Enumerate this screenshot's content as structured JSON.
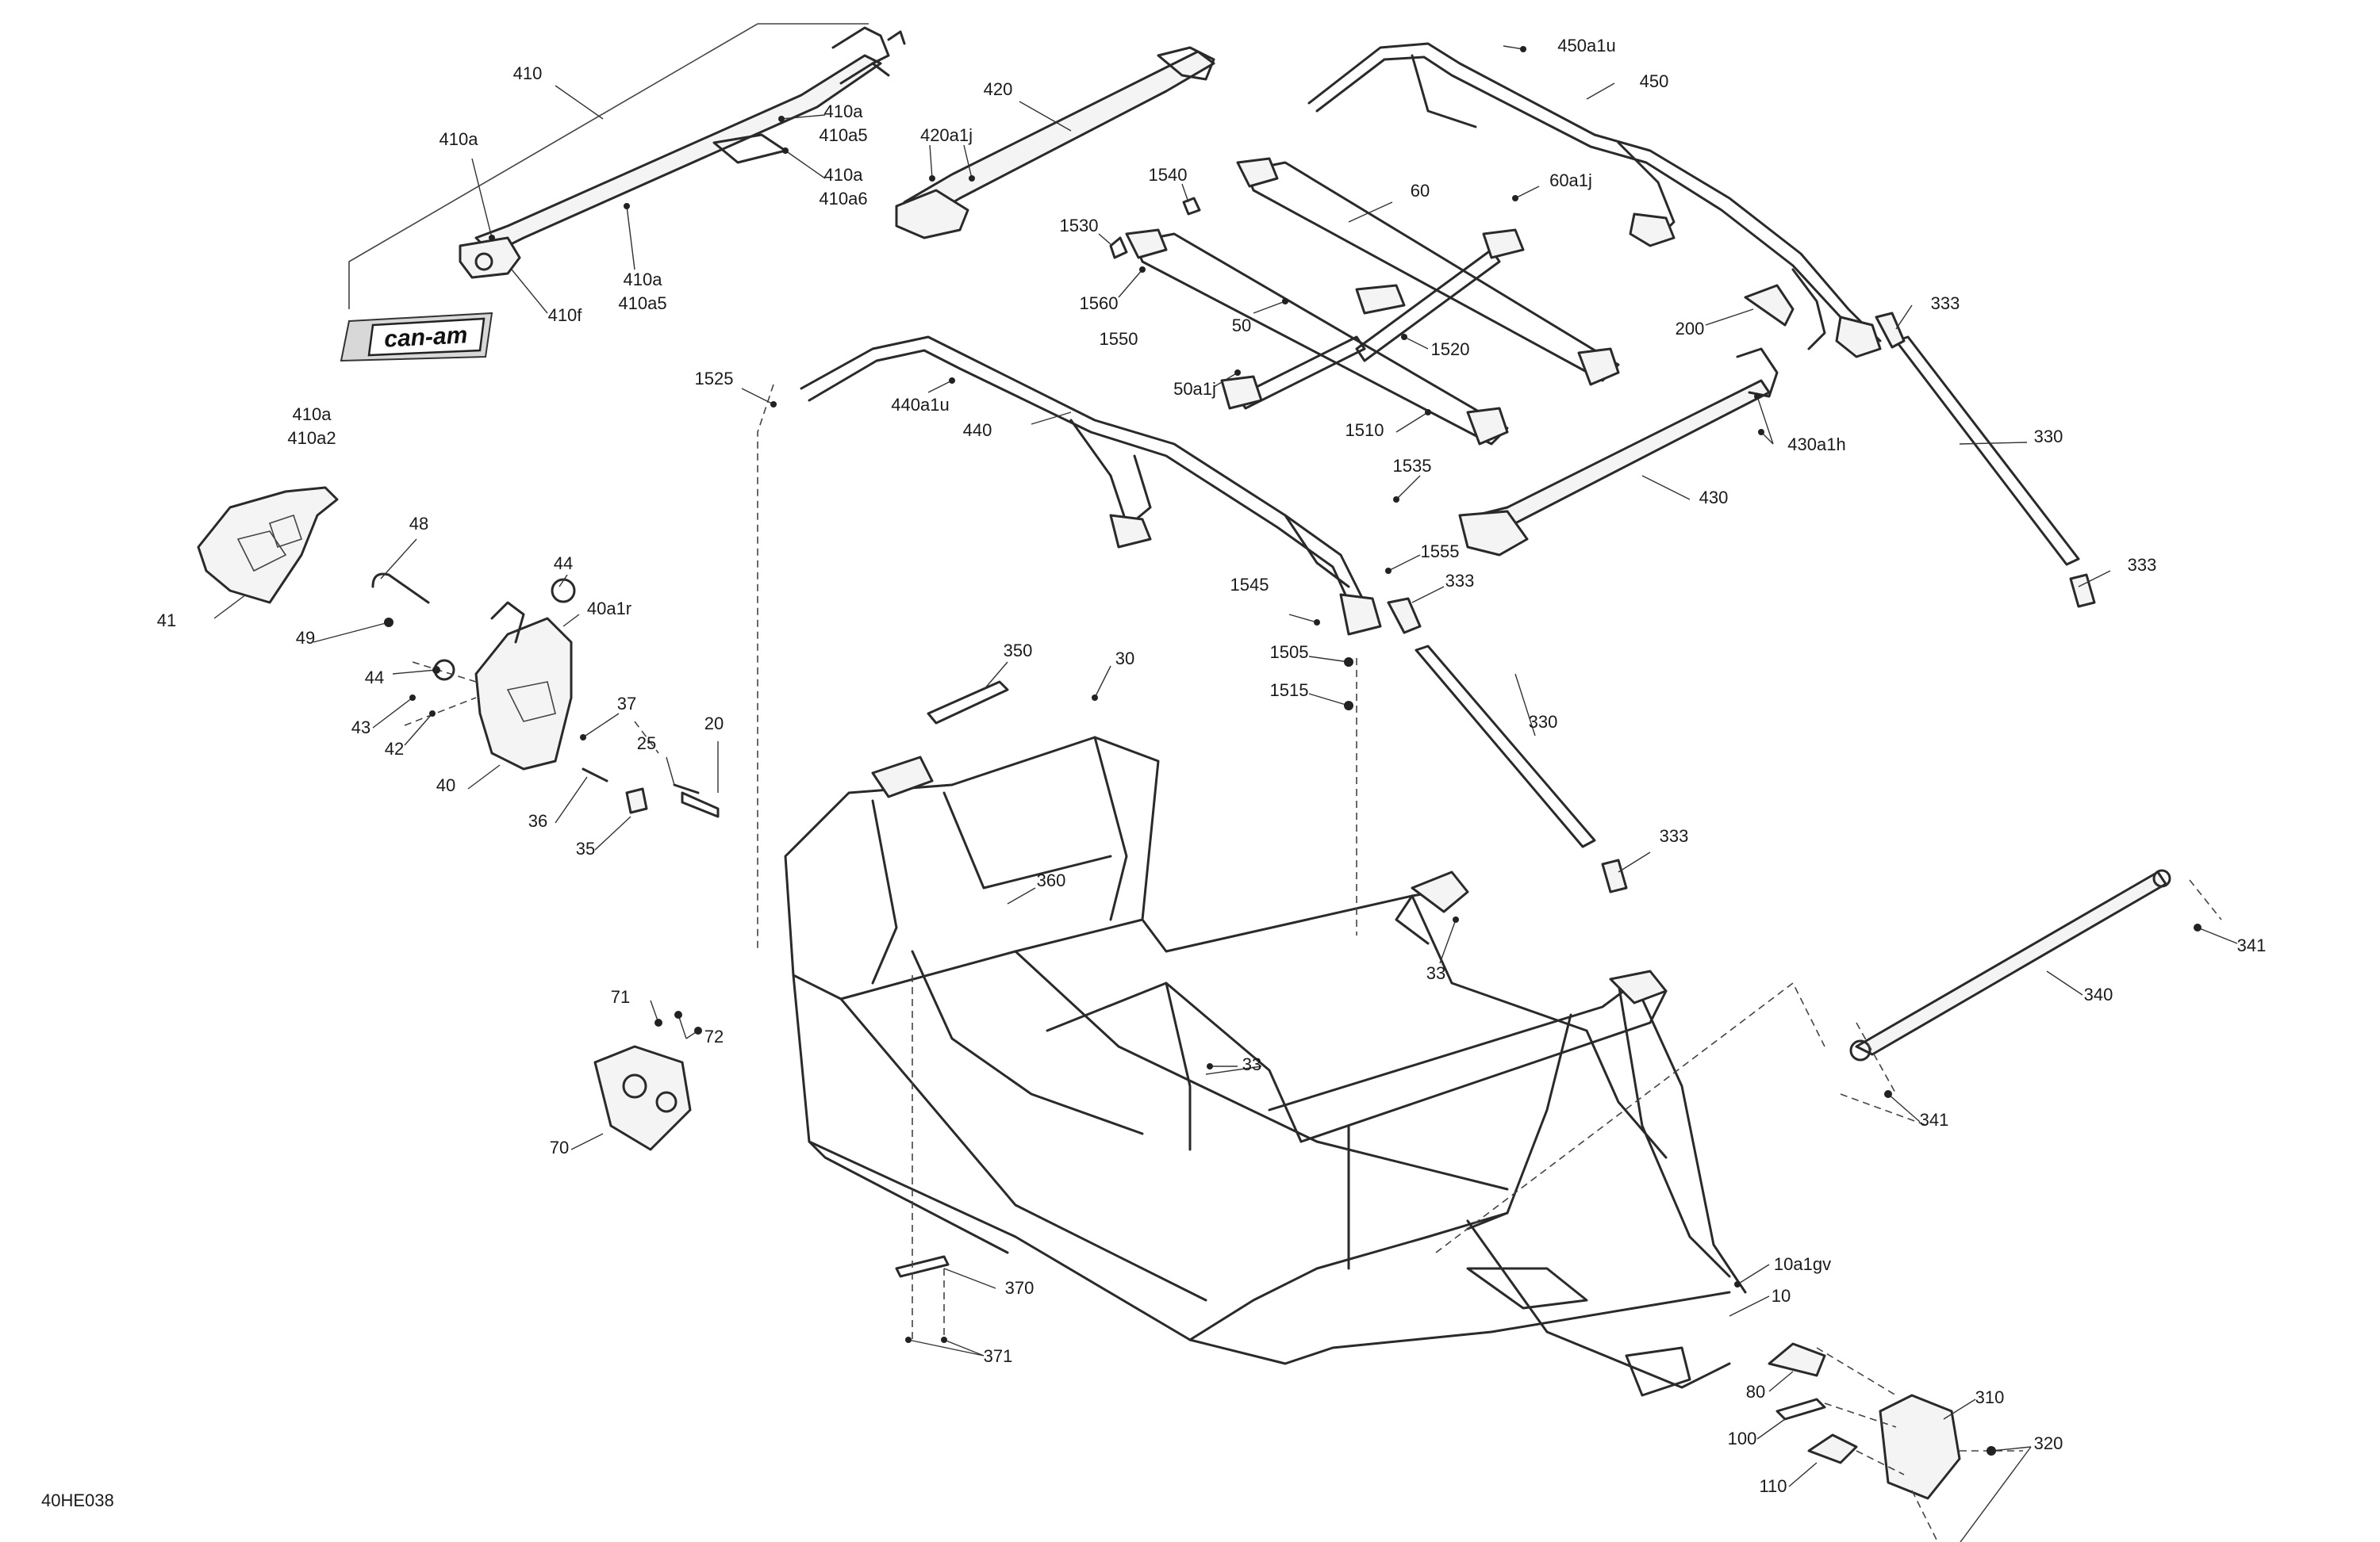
{
  "diagram": {
    "code": "40HE038",
    "decal_text": "can-am",
    "labels": [
      "410",
      "410a",
      "410a",
      "410a5",
      "410a",
      "410a6",
      "410a",
      "410a5",
      "410f",
      "410a",
      "410a2",
      "420",
      "420a1j",
      "1540",
      "1530",
      "1560",
      "1550",
      "60",
      "60a1j",
      "50",
      "1520",
      "50a1j",
      "1510",
      "450a1u",
      "450",
      "200",
      "333",
      "330",
      "333",
      "1525",
      "440a1u",
      "440",
      "1535",
      "1555",
      "1545",
      "333",
      "430",
      "430a1h",
      "41",
      "48",
      "44",
      "40a1r",
      "49",
      "44",
      "43",
      "42",
      "37",
      "40",
      "25",
      "20",
      "36",
      "35",
      "350",
      "30",
      "1505",
      "1515",
      "330",
      "333",
      "360",
      "33",
      "341",
      "340",
      "341",
      "71",
      "72",
      "70",
      "33",
      "10a1gv",
      "10",
      "370",
      "371",
      "310",
      "320",
      "80",
      "100",
      "110"
    ]
  }
}
